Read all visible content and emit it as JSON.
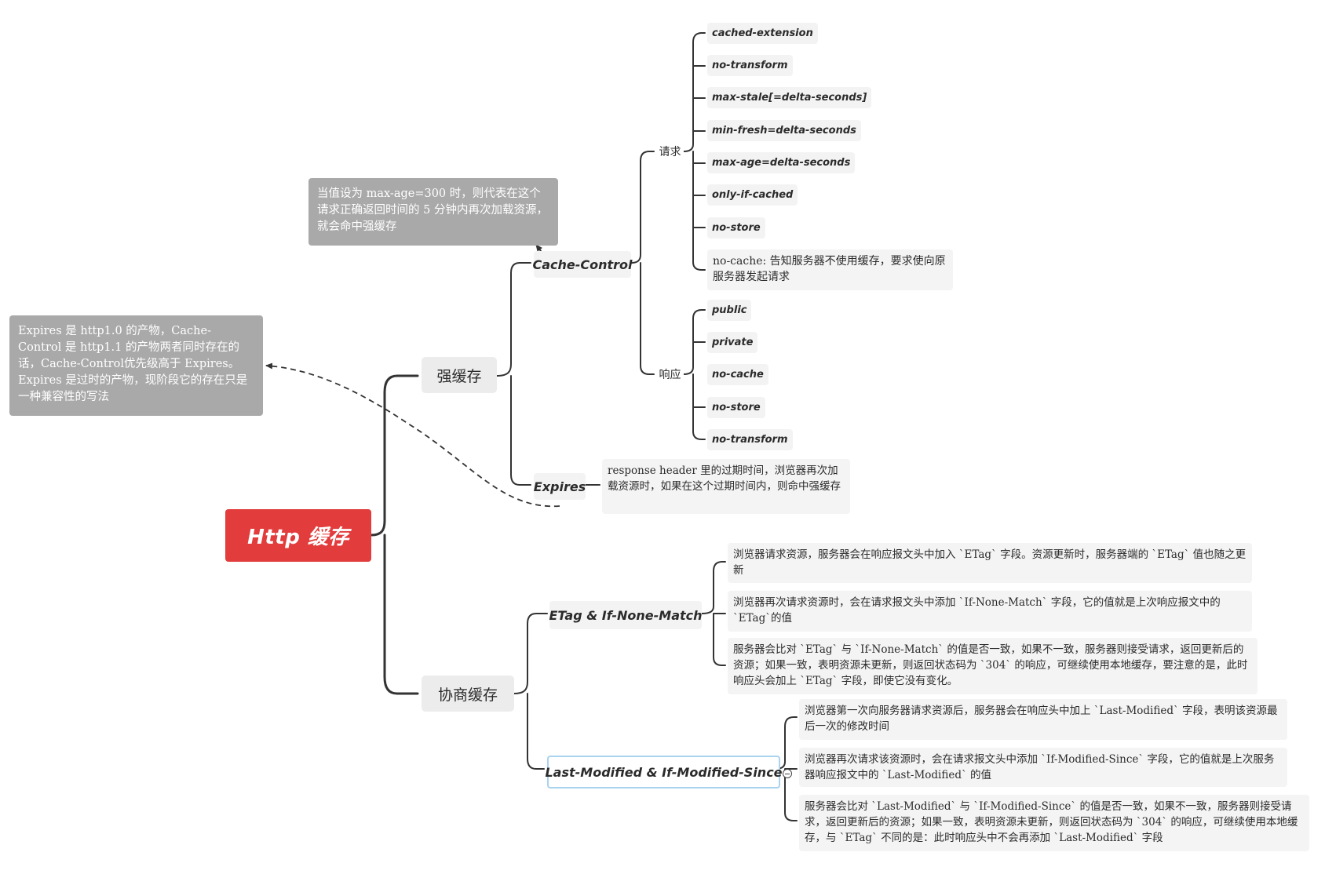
{
  "root": {
    "label": "Http 缓存"
  },
  "strong": {
    "label": "强缓存",
    "cache_control": {
      "label": "Cache-Control",
      "request": {
        "label": "请求",
        "items": [
          "cached-extension",
          "no-transform",
          "max-stale[=delta-seconds]",
          "min-fresh=delta-seconds",
          "max-age=delta-seconds",
          "only-if-cached",
          "no-store"
        ],
        "no_cache": "no-cache: 告知服务器不使用缓存，要求使向原服务器发起请求"
      },
      "response": {
        "label": "响应",
        "items": [
          "public",
          "private",
          "no-cache",
          "no-store",
          "no-transform"
        ]
      },
      "note": "当值设为 max-age=300 时，则代表在这个请求正确返回时间的 5 分钟内再次加载资源，就会命中强缓存"
    },
    "expires": {
      "label": "Expires",
      "desc": "response header 里的过期时间，浏览器再次加载资源时，如果在这个过期时间内，则命中强缓存",
      "note": "Expires 是 http1.0 的产物，Cache-Control 是 http1.1 的产物两者同时存在的话，Cache-Control优先级高于 Expires。Expires 是过时的产物，现阶段它的存在只是一种兼容性的写法"
    }
  },
  "negotiate": {
    "label": "协商缓存",
    "etag": {
      "label": "ETag & If-None-Match",
      "items": [
        "浏览器请求资源，服务器会在响应报文头中加入 `ETag` 字段。资源更新时，服务器端的 `ETag` 值也随之更新",
        "浏览器再次请求资源时，会在请求报文头中添加 `If-None-Match` 字段，它的值就是上次响应报文中的 `ETag`的值",
        "服务器会比对 `ETag` 与 `If-None-Match` 的值是否一致，如果不一致，服务器则接受请求，返回更新后的资源；如果一致，表明资源未更新，则返回状态码为 `304` 的响应，可继续使用本地缓存，要注意的是，此时响应头会加上 `ETag` 字段，即使它没有变化。"
      ]
    },
    "last_modified": {
      "label": "Last-Modified & If-Modified-Since",
      "items": [
        "浏览器第一次向服务器请求资源后，服务器会在响应头中加上 `Last-Modified` 字段，表明该资源最后一次的修改时间",
        "浏览器再次请求该资源时，会在请求报文头中添加 `If-Modified-Since` 字段，它的值就是上次服务器响应报文中的 `Last-Modified` 的值",
        "服务器会比对 `Last-Modified` 与 `If-Modified-Since` 的值是否一致，如果不一致，服务器则接受请求，返回更新后的资源；如果一致，表明资源未更新，则返回状态码为 `304` 的响应，可继续使用本地缓存，与 `ETag` 不同的是：此时响应头中不会再添加 `Last-Modified` 字段"
      ]
    }
  },
  "colors": {
    "root": "#e23c3c",
    "note": "#a9a9a9",
    "node": "#ececec",
    "line": "#333333",
    "selected_border": "#a9d3ef"
  }
}
